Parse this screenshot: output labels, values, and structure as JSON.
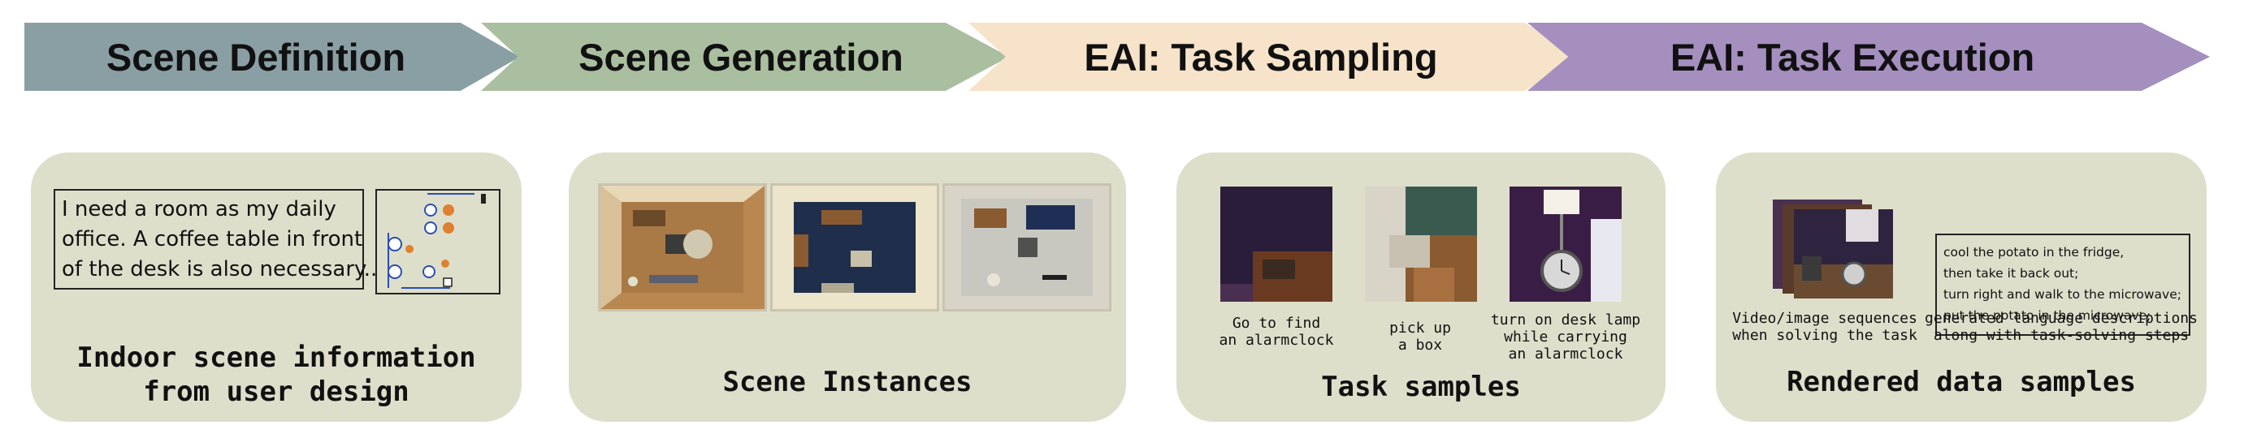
{
  "banners": [
    {
      "label": "Scene Definition",
      "color": "#8a9fa4"
    },
    {
      "label": "Scene Generation",
      "color": "#a9bf9f"
    },
    {
      "label": "EAI: Task Sampling",
      "color": "#f6e3c9"
    },
    {
      "label": "EAI: Task Execution",
      "color": "#a48fbf"
    }
  ],
  "panels": {
    "definition": {
      "title": "Indoor scene information\nfrom user design",
      "user_text": [
        "I need a room as my daily",
        "office. A coffee table in front",
        "of the desk is also necessary......"
      ]
    },
    "generation": {
      "title": "Scene Instances"
    },
    "sampling": {
      "title": "Task samples",
      "tasks": [
        "Go to find\nan alarmclock",
        "pick up\na box",
        "turn on desk lamp\nwhile carrying\nan alarmclock"
      ]
    },
    "execution": {
      "title": "Rendered data samples",
      "video_caption": "Video/image sequences\nwhen solving the task",
      "lang_caption": "generated language descriptions\nalong with task-solving steps",
      "description_lines": [
        "cool the potato in the fridge,",
        "then take it back out;",
        "turn right and walk to the microwave;",
        "put the potato in the microwave;"
      ]
    }
  },
  "panel_color": "#dedfcb"
}
